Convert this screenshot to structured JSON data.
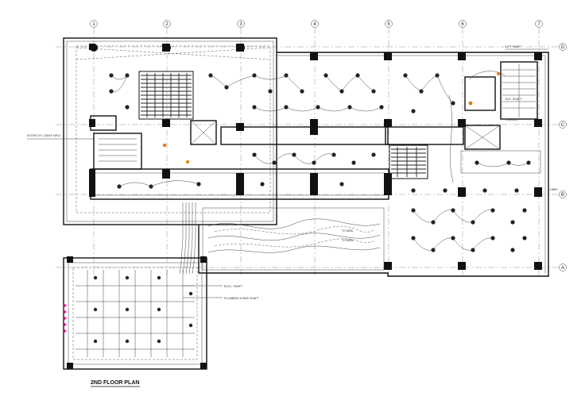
{
  "drawing": {
    "title": "2ND FLOOR PLAN",
    "grid_columns": [
      "1",
      "2",
      "3",
      "4",
      "5",
      "6",
      "7"
    ],
    "grid_rows": [
      "A",
      "B",
      "C",
      "D"
    ]
  },
  "annotations": {
    "elec_shaft_right": "ELE. SHAFT",
    "elec_shaft_bottom": "ELEC. SHAFT",
    "plumbing_shaft": "PLUMBING & BMS SHAFT",
    "to_mdb_1": "TO MDB",
    "to_mdb_2": "TO MDB",
    "conduit": "CONDUIT",
    "left_note": "EXTENT EL CABLE WELL",
    "right_note_top": "LIFT SHAFT",
    "right_note_side": "LOBBY",
    "dims": "UD"
  },
  "colors": {
    "lines": "#222222",
    "accent_orange": "#e07b00",
    "marker_magenta": "#cc1f8a",
    "background": "#ffffff"
  }
}
